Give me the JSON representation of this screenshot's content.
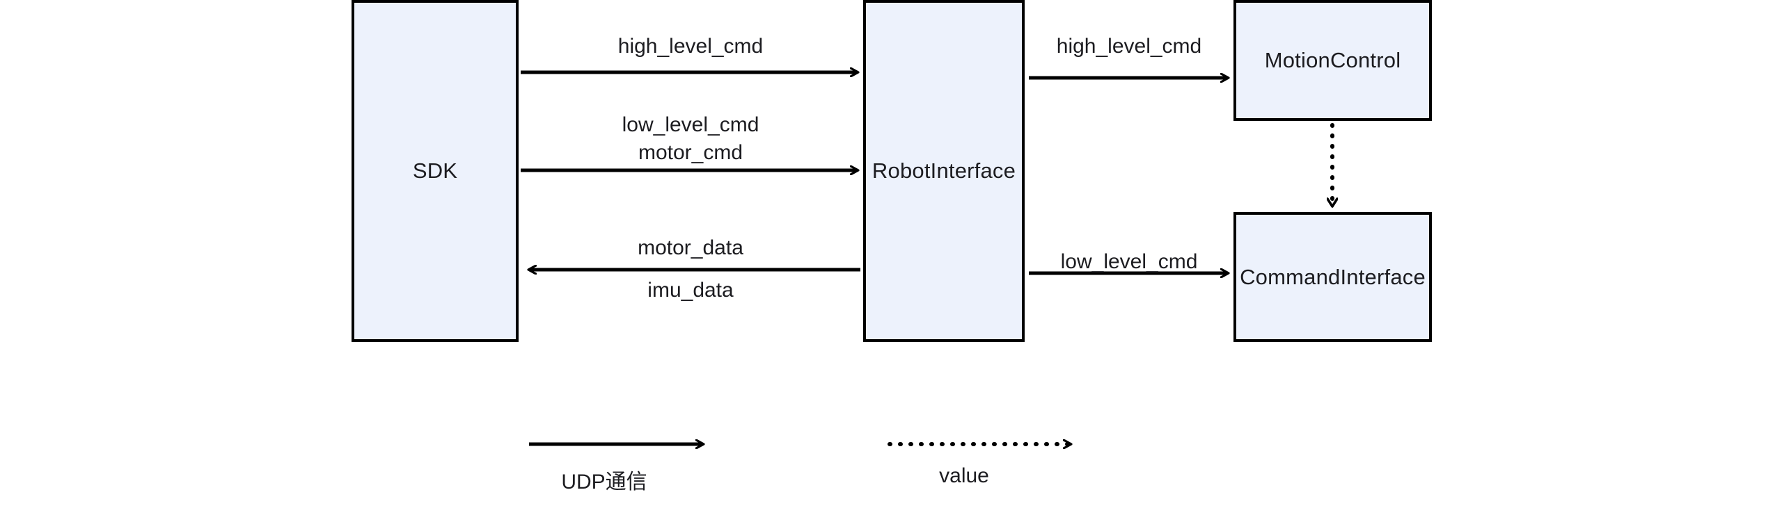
{
  "diagram": {
    "type": "block-diagram",
    "background_color": "#ffffff",
    "node_fill_color": "#edf2fc",
    "node_border_color": "#000000",
    "edge_color": "#000000",
    "text_color": "#1c1c20",
    "nodes": [
      {
        "id": "sdk",
        "label": "SDK"
      },
      {
        "id": "robot_interface",
        "label": "RobotInterface"
      },
      {
        "id": "motion_control",
        "label": "MotionControl"
      },
      {
        "id": "command_interface",
        "label": "CommandInterface"
      }
    ],
    "edges": [
      {
        "id": "sdk-to-robot-high",
        "from": "sdk",
        "to": "robot_interface",
        "label": "high_level_cmd",
        "style": "solid",
        "direction": "right"
      },
      {
        "id": "sdk-to-robot-low",
        "from": "sdk",
        "to": "robot_interface",
        "label_above": "low_level_cmd",
        "label_below": "motor_cmd",
        "style": "solid",
        "direction": "right"
      },
      {
        "id": "robot-to-sdk-data",
        "from": "robot_interface",
        "to": "sdk",
        "label_above": "motor_data",
        "label_below": "imu_data",
        "style": "solid",
        "direction": "left"
      },
      {
        "id": "robot-to-motion",
        "from": "robot_interface",
        "to": "motion_control",
        "label": "high_level_cmd",
        "style": "solid",
        "direction": "right"
      },
      {
        "id": "robot-to-command",
        "from": "robot_interface",
        "to": "command_interface",
        "label": "low_level_cmd",
        "style": "solid",
        "direction": "right"
      },
      {
        "id": "motion-to-command",
        "from": "motion_control",
        "to": "command_interface",
        "label": "",
        "style": "dotted",
        "direction": "down"
      }
    ],
    "edge_labels": {
      "sdk_robot_high": "high_level_cmd",
      "sdk_robot_low": "low_level_cmd",
      "sdk_robot_motor_cmd": "motor_cmd",
      "robot_sdk_motor_data": "motor_data",
      "robot_sdk_imu_data": "imu_data",
      "robot_motion_high": "high_level_cmd",
      "robot_command_low": "low_level_cmd"
    },
    "legend": {
      "items": [
        {
          "id": "udp",
          "style": "solid",
          "label": "UDP通信"
        },
        {
          "id": "value",
          "style": "dotted",
          "label": "value"
        }
      ]
    }
  }
}
